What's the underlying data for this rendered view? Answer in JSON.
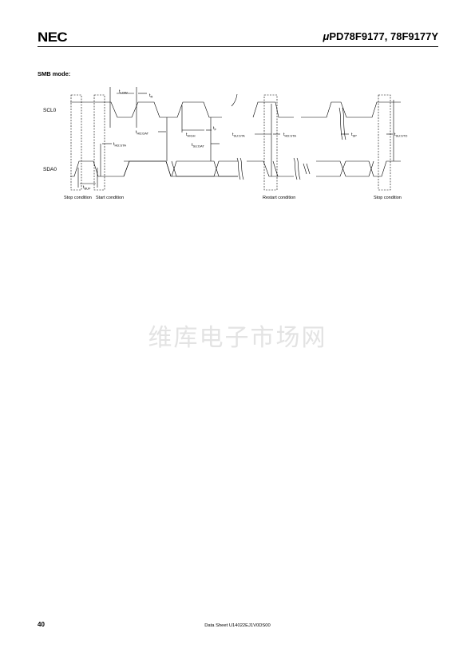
{
  "header": {
    "logo": "NEC",
    "part_mu": "μ",
    "part_rest": "PD78F9177, 78F9177Y"
  },
  "section_title": "SMB mode:",
  "diagram": {
    "signals": {
      "scl": "SCL0",
      "sda": "SDA0"
    },
    "timing": {
      "t_low": "LOW",
      "t_r": "R",
      "t_high": "HIGH",
      "t_f": "F",
      "t_hd_dat": "HD:DAT",
      "t_su_dat": "SU:DAT",
      "t_hd_sta_1": "HD:STA",
      "t_su_sta": "SU:STA",
      "t_hd_sta_2": "HD:STA",
      "t_sp": "SP",
      "t_su_sto": "SU:STO",
      "t_buf": "BUF",
      "t_letter": "t"
    },
    "conditions": {
      "stop_1": "Stop condition",
      "start": "Start condition",
      "restart": "Restart condition",
      "stop_2": "Stop condition"
    }
  },
  "watermark": "维库电子市场网",
  "footer": {
    "page": "40",
    "doc": "Data Sheet  U14022EJ1V0DS00"
  }
}
